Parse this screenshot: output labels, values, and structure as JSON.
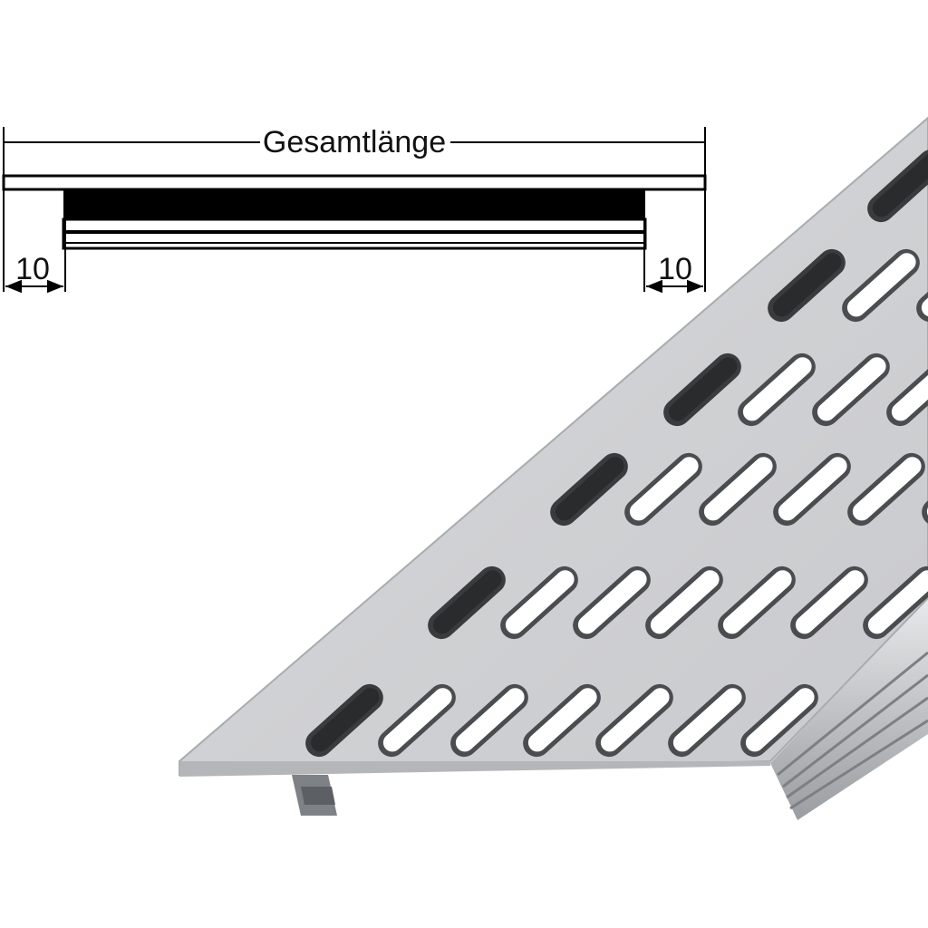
{
  "diagram": {
    "overall_length_label": "Gesamtlänge",
    "left_inset_label": "10",
    "right_inset_label": "10"
  },
  "colors": {
    "line": "#000000",
    "aluminium_light": "#d9dadc",
    "aluminium_mid": "#c4c6c9",
    "aluminium_dark": "#8c8f93",
    "slot_shadow": "#3a3b3d",
    "slot_inner": "#ffffff"
  },
  "product": {
    "type": "ventilation grille (Lüftungsgitter) with elongated slots"
  }
}
